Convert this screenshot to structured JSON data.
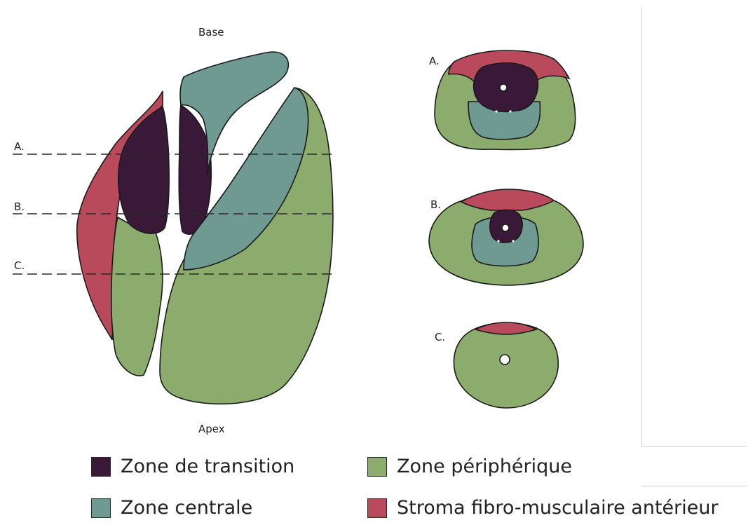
{
  "labels": {
    "base": "Base",
    "apex": "Apex",
    "line_a": "A.",
    "line_b": "B.",
    "line_c": "C.",
    "section_a": "A.",
    "section_b": "B.",
    "section_c": "C."
  },
  "colors": {
    "transition": "#3a1838",
    "centrale": "#6e9a92",
    "peripherique": "#8bac6c",
    "stroma": "#b84a5c",
    "outline": "#1a1a1a"
  },
  "legend": [
    {
      "label": "Zone de transition",
      "color": "#3a1838"
    },
    {
      "label": "Zone périphérique",
      "color": "#8bac6c"
    },
    {
      "label": "Zone centrale",
      "color": "#6e9a92"
    },
    {
      "label": "Stroma fibro-musculaire antérieur",
      "color": "#b84a5c"
    }
  ]
}
